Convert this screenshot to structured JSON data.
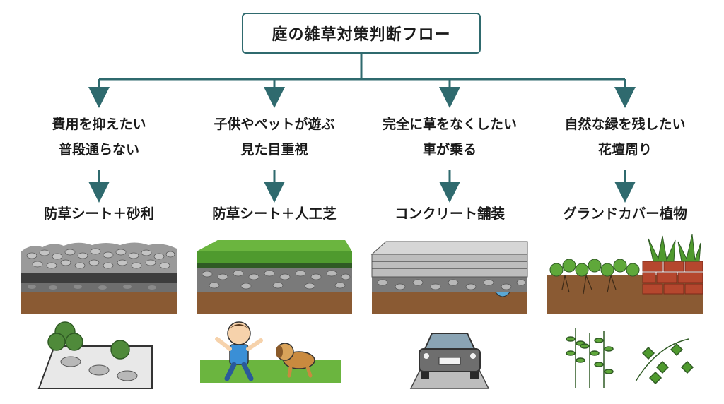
{
  "title": "庭の雑草対策判断フロー",
  "columns": [
    {
      "condition_line1": "費用を抑えたい",
      "condition_line2": "普段通らない",
      "solution": "防草シート＋砂利",
      "cross_section": "gravel-over-sheet",
      "illustration": "gravel-garden"
    },
    {
      "condition_line1": "子供やペットが遊ぶ",
      "condition_line2": "見た目重視",
      "solution": "防草シート＋人工芝",
      "cross_section": "turf-over-gravel",
      "illustration": "child-and-dog"
    },
    {
      "condition_line1": "完全に草をなくしたい",
      "condition_line2": "車が乗る",
      "solution": "コンクリート舗装",
      "cross_section": "concrete-slab",
      "illustration": "car-on-driveway"
    },
    {
      "condition_line1": "自然な緑を残したい",
      "condition_line2": "花壇周り",
      "solution": "グランドカバー植物",
      "cross_section": "groundcover-with-brick-planter",
      "illustration": "groundcover-plants"
    }
  ],
  "colors": {
    "accent": "#2f6a6e",
    "soil": "#8a5a33",
    "gravel": "#9a9a9a",
    "grass": "#4f9a2e",
    "concrete": "#c9c9c9",
    "brick": "#b5472e"
  }
}
